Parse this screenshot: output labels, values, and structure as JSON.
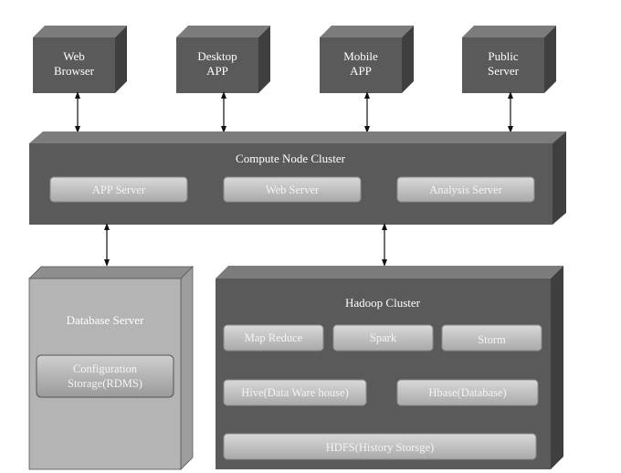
{
  "clients": [
    {
      "lines": [
        "Web",
        "Browser"
      ]
    },
    {
      "lines": [
        "Desktop",
        "APP"
      ]
    },
    {
      "lines": [
        "Mobile",
        "APP"
      ]
    },
    {
      "lines": [
        "Public",
        "Server"
      ]
    }
  ],
  "compute_cluster": {
    "title": "Compute Node Cluster",
    "servers": [
      "APP Server",
      "Web Server",
      "Analysis Server"
    ]
  },
  "database_server": {
    "title": "Database Server",
    "storage_lines": [
      "Configuration",
      "Storage(RDMS)"
    ]
  },
  "hadoop_cluster": {
    "title": "Hadoop Cluster",
    "row1": [
      "Map Reduce",
      "Spark",
      "Storm"
    ],
    "row2": [
      "Hive(Data Ware house)",
      "Hbase(Database)"
    ],
    "row3": [
      "HDFS(History Storsge)"
    ]
  },
  "colors": {
    "box_front": "#5a5a5a",
    "box_top": "#7c7c7c",
    "box_side": "#3f3f3f",
    "db_front": "#b4b4b4",
    "db_top": "#8e8e8e",
    "db_side": "#9e9e9e",
    "pill_fill": "#c9c9c9",
    "arrow": "#111111"
  }
}
